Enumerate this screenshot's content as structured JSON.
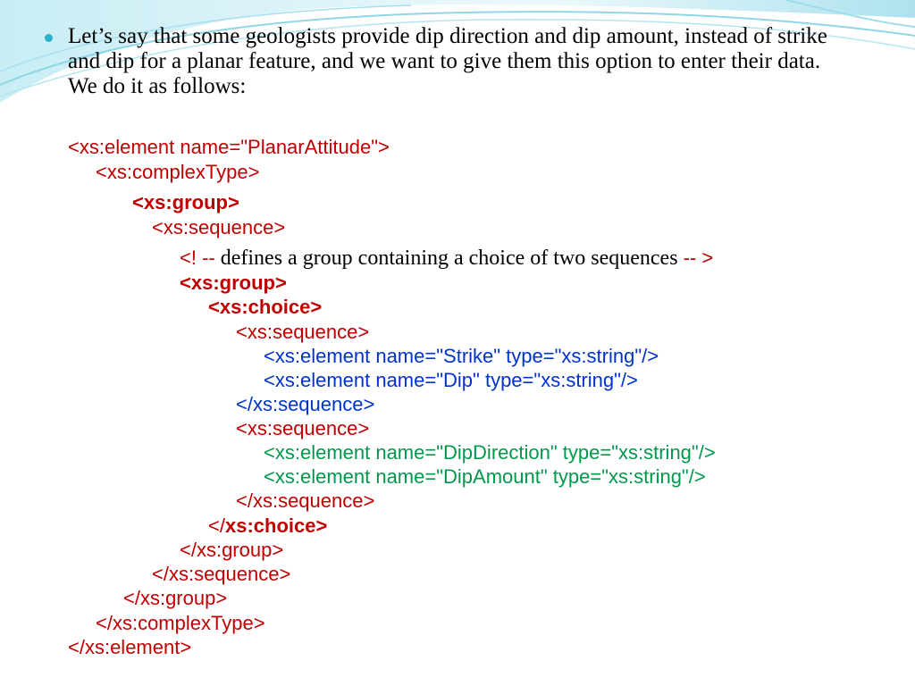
{
  "bullet": {
    "text": "Let’s say that some geologists provide dip direction and dip amount, instead of strike and dip for a planar feature, and we want to give them this option to enter their data.  We do it as follows:"
  },
  "code": {
    "l1": "<xs:element name=\"PlanarAttitude\">",
    "l2": "<xs:complexType>",
    "l3": "<xs:group>",
    "l4": "<xs:sequence>",
    "l5_open": "<! --",
    "l5_text": " defines a group containing a choice of two sequences ",
    "l5_close": "-- >",
    "l6": "<xs:group>",
    "l7": "<xs:choice>",
    "l8": "<xs:sequence>",
    "l9": "<xs:element name=\"Strike\" type=\"xs:string\"/>",
    "l10": "<xs:element name=\"Dip\" type=\"xs:string\"/>",
    "l11": "</xs:sequence>",
    "l12": "<xs:sequence>",
    "l13": "<xs:element name=\"DipDirection\" type=\"xs:string\"/>",
    "l14": "<xs:element name=\"DipAmount\" type=\"xs:string\"/>",
    "l15": "</xs:sequence>",
    "l16_lt": "</",
    "l16_rest": "xs:choice>",
    "l17": "</xs:group>",
    "l18": "</xs:sequence>",
    "l19": "</xs:group>",
    "l20": "</xs:complexType>",
    "l21": "</xs:element>"
  },
  "colors": {
    "red": "#c00000",
    "blue": "#0033cc",
    "green": "#00994c",
    "bullet": "#2ab3c6",
    "wave": "#7fd3e6"
  }
}
